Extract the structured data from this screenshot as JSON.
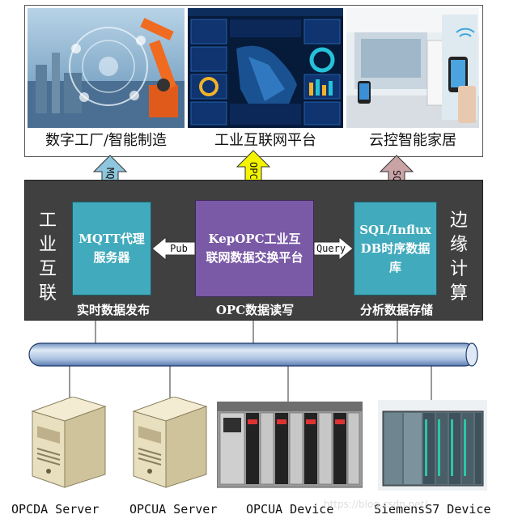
{
  "top_panels": [
    {
      "caption": "数字工厂/智能制造"
    },
    {
      "caption": "工业互联网平台"
    },
    {
      "caption": "云控智能家居"
    }
  ],
  "vertical_arrows": [
    {
      "label": "MQTT",
      "color": "#8ec6dd"
    },
    {
      "label": "OPCUA",
      "color": "#f4f400"
    },
    {
      "label": "SQL",
      "color": "#c9a3a6"
    }
  ],
  "band": {
    "left_side": [
      "工",
      "业",
      "互",
      "联"
    ],
    "right_side": [
      "边",
      "缘",
      "计",
      "算"
    ],
    "boxes": [
      {
        "text": "MQTT代理服务器",
        "color": "#41aabc",
        "caption": "实时数据发布"
      },
      {
        "text": "KepOPC工业互联网数据交换平台",
        "color": "#7a59a6",
        "caption": "OPC数据读写"
      },
      {
        "text": "SQL/InfluxDB时序数据库",
        "color": "#41aabc",
        "caption": "分析数据存储"
      }
    ],
    "arrows": [
      {
        "label": "Pub"
      },
      {
        "label": "Query"
      }
    ]
  },
  "devices": [
    {
      "label": "OPCDA Server"
    },
    {
      "label": "OPCUA Server"
    },
    {
      "label": "OPCUA Device"
    },
    {
      "label": "SiemensS7 Device"
    }
  ],
  "watermark": "https://blog.csdn.net/"
}
